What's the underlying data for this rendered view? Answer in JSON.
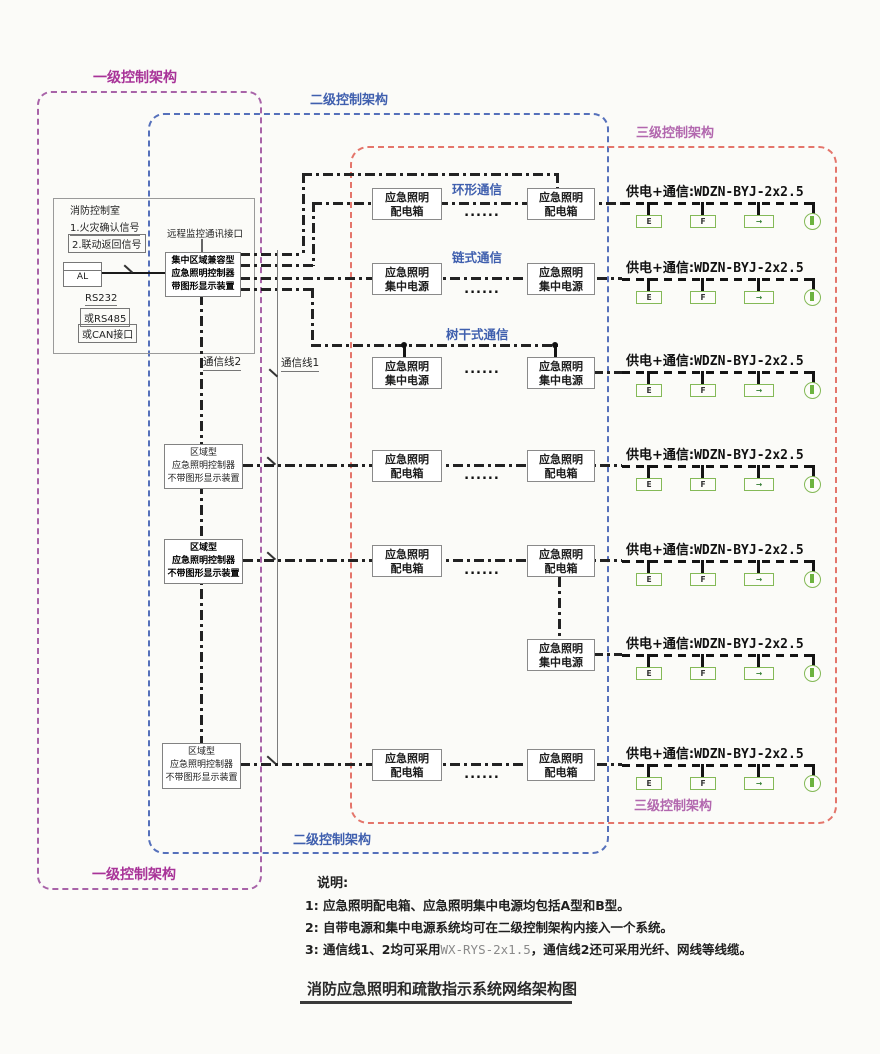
{
  "page": {
    "title": "消防应急照明和疏散指示系统网络架构图"
  },
  "levels": {
    "l1": {
      "label": "一级控制架构",
      "color": "#a83398",
      "frame_color": "#a863a8"
    },
    "l2": {
      "label": "二级控制架构",
      "color": "#3f5fae",
      "frame_color": "#5570bb"
    },
    "l3": {
      "label": "三级控制架构",
      "color": "#b267ae",
      "frame_color": "#e4756b"
    }
  },
  "fire_room": {
    "title": "消防控制室",
    "signal1": "1.火灾确认信号",
    "signal2": "2.联动返回信号",
    "al_label": "AL",
    "iface1": "RS232",
    "iface2": "或RS485",
    "iface3": "或CAN接口",
    "remote_port": "远程监控通讯接口"
  },
  "central_controller": {
    "line1": "集中区域兼容型",
    "line2": "应急照明控制器",
    "line3": "带图形显示装置"
  },
  "regional_controller": {
    "line1": "区域型",
    "line2": "应急照明控制器",
    "line3": "不带图形显示装置"
  },
  "comm": {
    "line1": "通信线1",
    "line2": "通信线2"
  },
  "topology": {
    "ring": "环形通信",
    "chain": "链式通信",
    "trunk": "树干式通信"
  },
  "nodes": {
    "dist_line1": "应急照明",
    "dist_line2": "配电箱",
    "cps_line1": "应急照明",
    "cps_line2": "集中电源",
    "ellipsis": "......"
  },
  "supply": {
    "label_cn": "供电+通信:",
    "label_code": "WDZN-BYJ-2x2.5",
    "sign_e": "E",
    "sign_f": "F",
    "sign_arrow": "→",
    "device_color": "#84b957"
  },
  "notes": {
    "heading": "说明:",
    "n1": "1: 应急照明配电箱、应急照明集中电源均包括A型和B型。",
    "n2": "2: 自带电源和集中电源系统均可在二级控制架构内接入一个系统。",
    "n3_pre": "3: 通信线1、2均可采用",
    "n3_code": "WX-RYS-2x1.5",
    "n3_post": "，通信线2还可采用光纤、网线等线缆。"
  }
}
